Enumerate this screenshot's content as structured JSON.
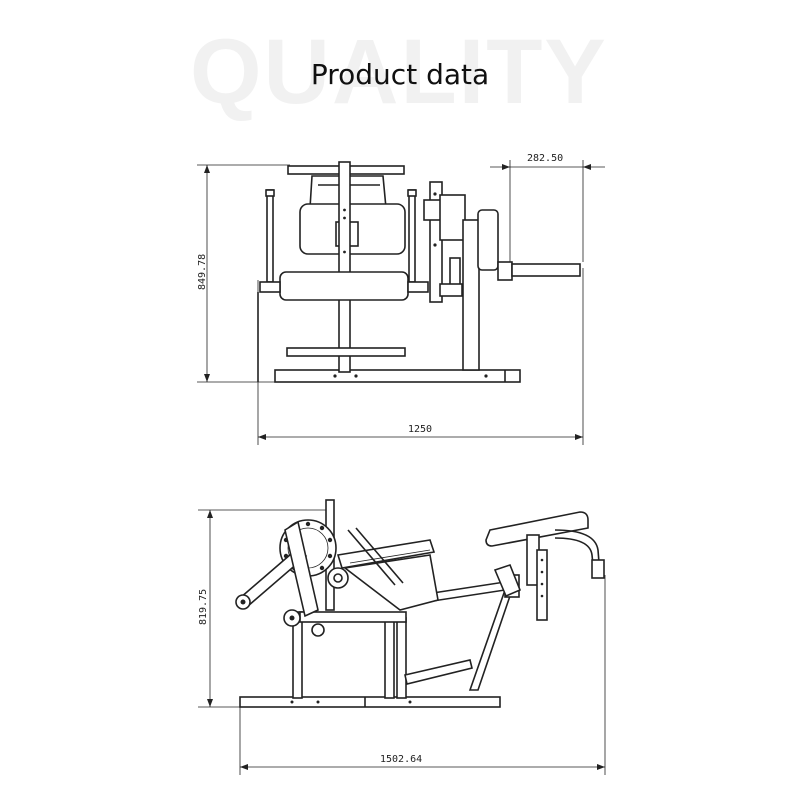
{
  "watermark": "QUALITY",
  "title": "Product data",
  "top_view": {
    "height_label": "849.78",
    "width_label": "1250",
    "extension_label": "282.50"
  },
  "side_view": {
    "height_label": "819.75",
    "width_label": "1502.64"
  }
}
